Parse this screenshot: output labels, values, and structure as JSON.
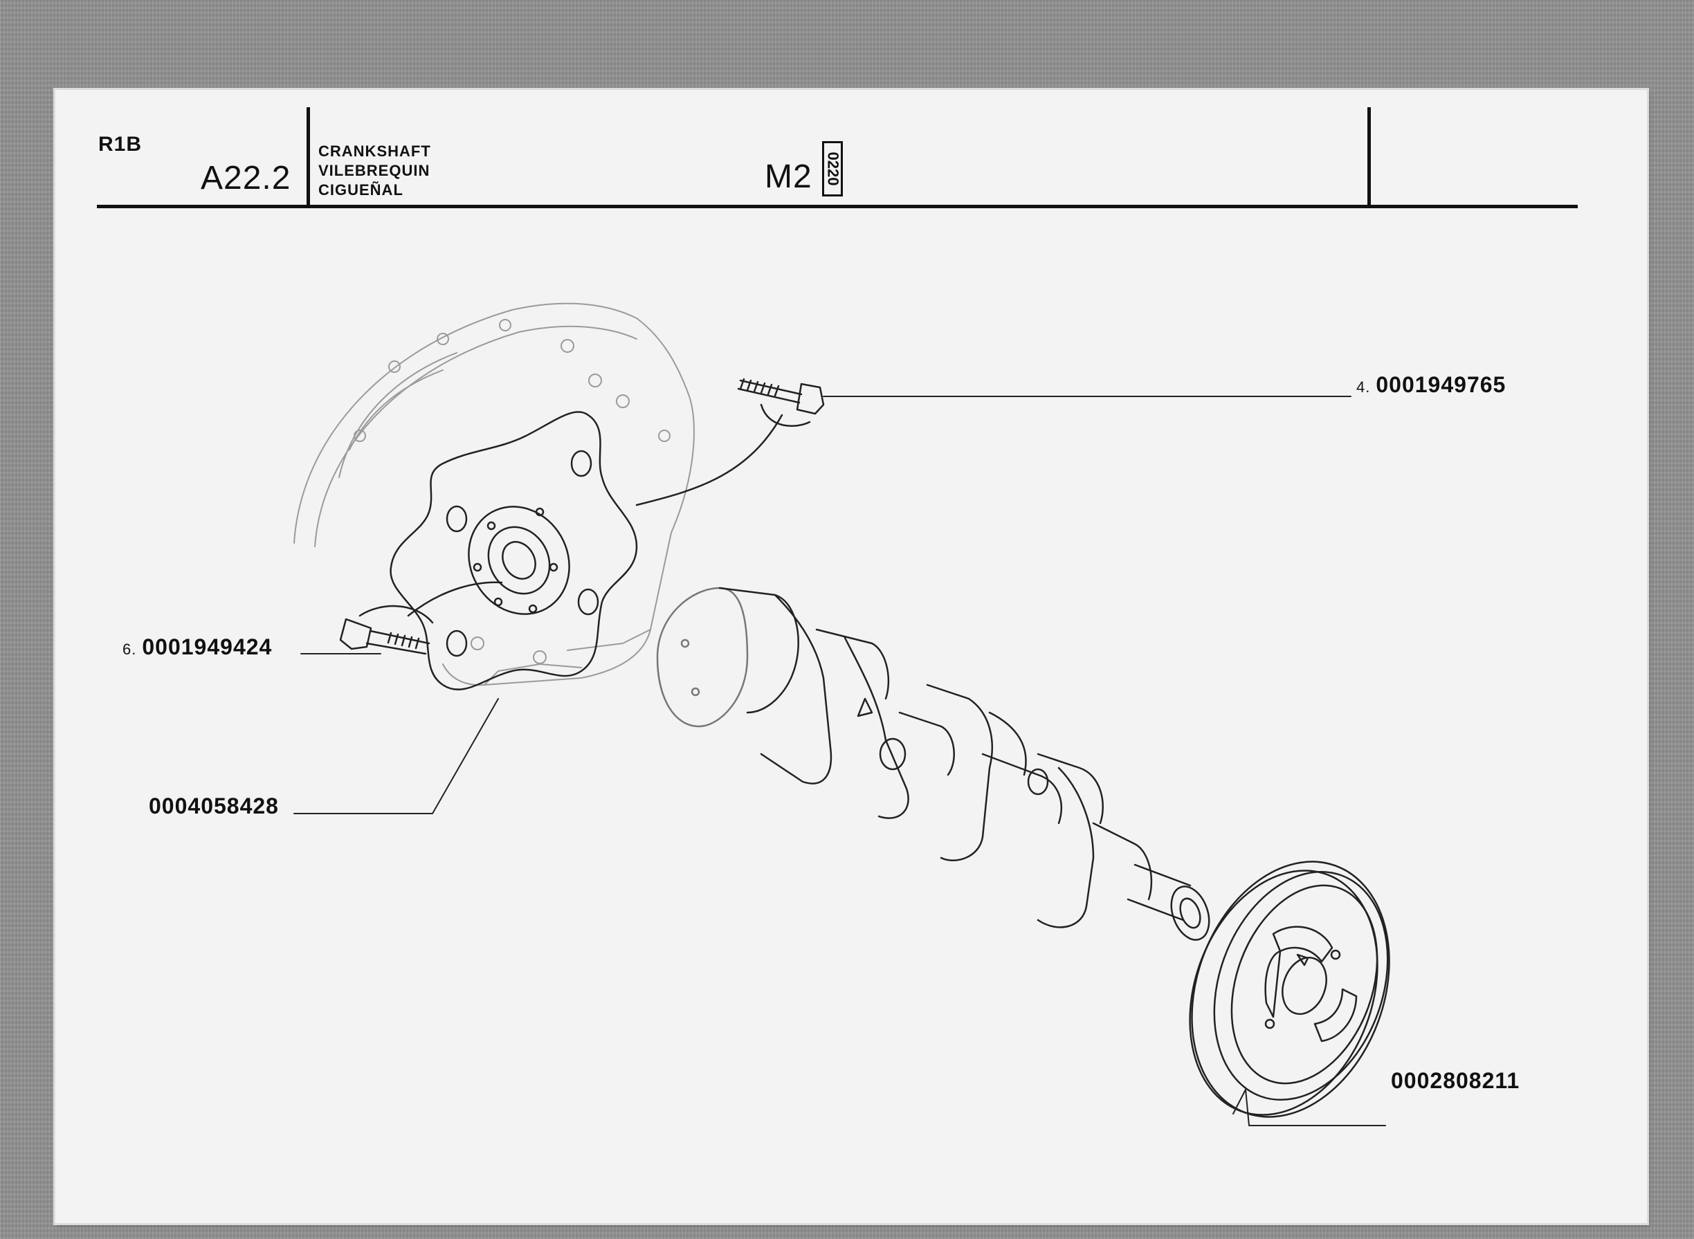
{
  "header": {
    "code": "R1B",
    "section": "A22.2",
    "title_lines": [
      "CRANKSHAFT",
      "VILEBREQUIN",
      "CIGUEÑAL"
    ],
    "group": "M2",
    "stamp": "0220"
  },
  "parts": [
    {
      "index": "4.",
      "part_number": "0001949765"
    },
    {
      "index": "6.",
      "part_number": "0001949424"
    },
    {
      "index": "",
      "part_number": "0004058428"
    },
    {
      "index": "",
      "part_number": "0002808211"
    }
  ]
}
